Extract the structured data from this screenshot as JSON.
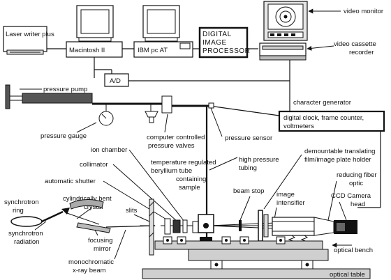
{
  "diagram": {
    "colors": {
      "ink": "#111111",
      "grey": "#cfcfcf",
      "dark": "#333333"
    },
    "devices": {
      "laser_writer": "Laser writer plus",
      "macintosh": "Macintosh II",
      "ibm": "IBM pc AT",
      "digital_image_processor": [
        "DIGITAL",
        "IMAGE",
        "PROCESSOR"
      ],
      "video_monitor": "video monitor",
      "vcr": [
        "video cassette",
        "recorder"
      ],
      "ad": "A/D",
      "character_generator": "character generator",
      "clock_box": [
        "digital clock, frame counter,",
        "voltmeters"
      ]
    },
    "pressure_system": {
      "pressure_pump": "pressure pump",
      "pressure_gauge": "pressure gauge",
      "valves": [
        "computer controlled",
        "pressure valves"
      ],
      "pressure_sensor": "pressure sensor",
      "high_pressure_tubing": [
        "high pressure",
        "tubing"
      ]
    },
    "beamline": {
      "ion_chamber": "ion chamber",
      "collimator": "collimator",
      "automatic_shutter": "automatic shutter",
      "crystal": [
        "cylindrically bent",
        "crystal"
      ],
      "synchrotron_ring": [
        "synchrotron",
        "ring"
      ],
      "slits": "slits",
      "synchrotron_radiation": [
        "synchrotron",
        "radiation"
      ],
      "focusing_mirror": [
        "focusing",
        "mirror"
      ],
      "monochromatic_beam": [
        "monochromatic",
        "x-ray beam"
      ],
      "beryllium_tube": [
        "temperature regulated",
        "beryllium tube",
        "containing",
        "sample"
      ],
      "beam_stop": "beam stop",
      "plate_holder": [
        "demountable translating",
        "film/image plate holder"
      ],
      "image_intensifier": [
        "image",
        "intensifier"
      ],
      "fiber_optic": [
        "reducing fiber",
        "optic"
      ],
      "ccd_camera": [
        "CCD Camera",
        "head"
      ]
    },
    "bench": {
      "optical_bench": "optical bench",
      "optical_table": "optical table"
    }
  }
}
